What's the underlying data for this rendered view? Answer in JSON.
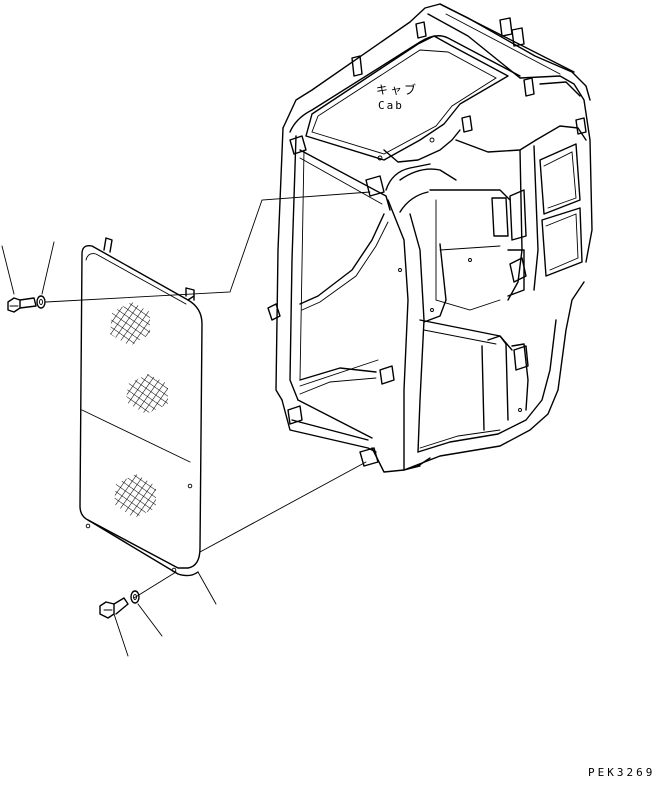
{
  "labels": {
    "cab_japanese": "キャブ",
    "cab_english": "Cab",
    "drawing_code": "PEK3269"
  },
  "colors": {
    "line": "#000000",
    "background": "#ffffff"
  }
}
